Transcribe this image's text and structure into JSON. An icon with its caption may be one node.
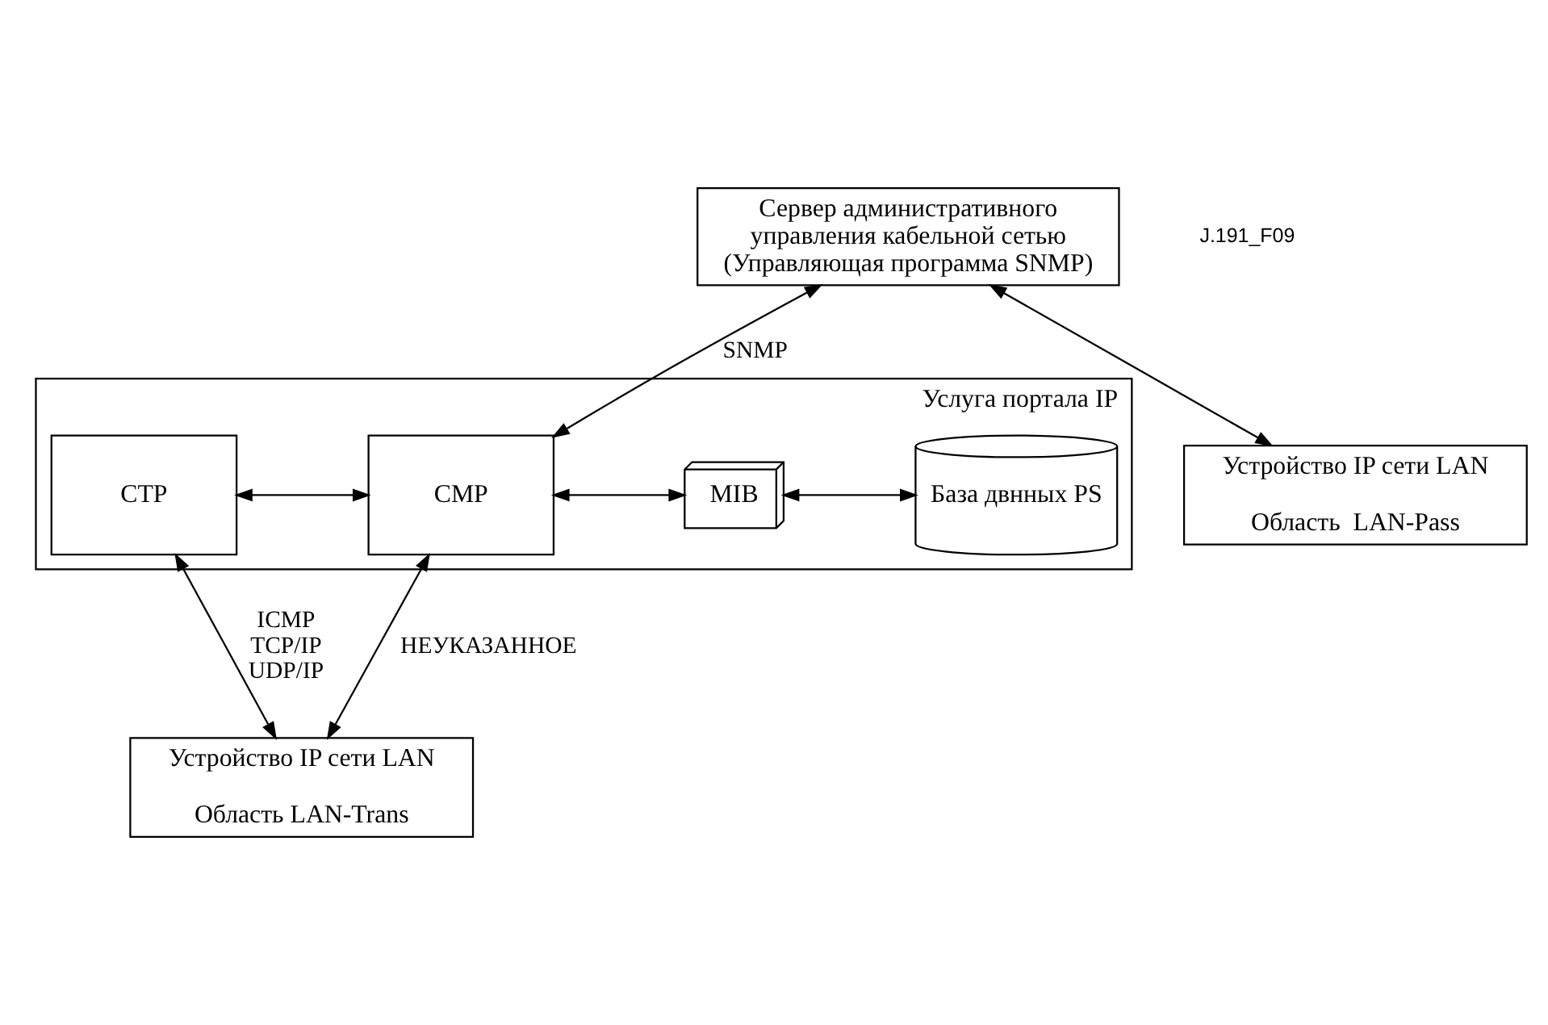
{
  "diagram": {
    "nodes": [
      {
        "text": [
          "Сервер административного управления кабельной сетью (Управляющая программа SNMP)"
        ]
      },
      {
        "text": [
          "Услуга портала IP"
        ]
      },
      {
        "text": [
          "CTP"
        ],
        "in": 1
      },
      {
        "text": [
          "CMP"
        ],
        "in": 1
      },
      {
        "text": [
          "MIB"
        ],
        "in": 1
      },
      {
        "text": [
          "База двнных PS"
        ],
        "in": 1
      },
      {
        "text": [
          "Устройство IP сети LAN",
          "Область  LAN-Pass"
        ]
      },
      {
        "text": [
          "Устройство IP сети LAN",
          "Область LAN-Trans"
        ]
      }
    ],
    "edges": [
      {
        "from": 0,
        "to": 6,
        "arrow": "both"
      },
      {
        "from": 0,
        "to": 3,
        "arrow": "both",
        "label": "SNMP"
      },
      {
        "from": 2,
        "to": 3,
        "arrow": "both"
      },
      {
        "from": 3,
        "to": 4,
        "arrow": "both"
      },
      {
        "from": 4,
        "to": 5,
        "arrow": "both"
      },
      {
        "from": 2,
        "to": 7,
        "arrow": "both",
        "label": "ICMP TCP/IP UDP/IP"
      },
      {
        "from": 3,
        "to": 7,
        "arrow": "both",
        "label": "НЕУКАЗАННОЕ"
      }
    ],
    "labels": [
      "J.191_F09"
    ]
  }
}
